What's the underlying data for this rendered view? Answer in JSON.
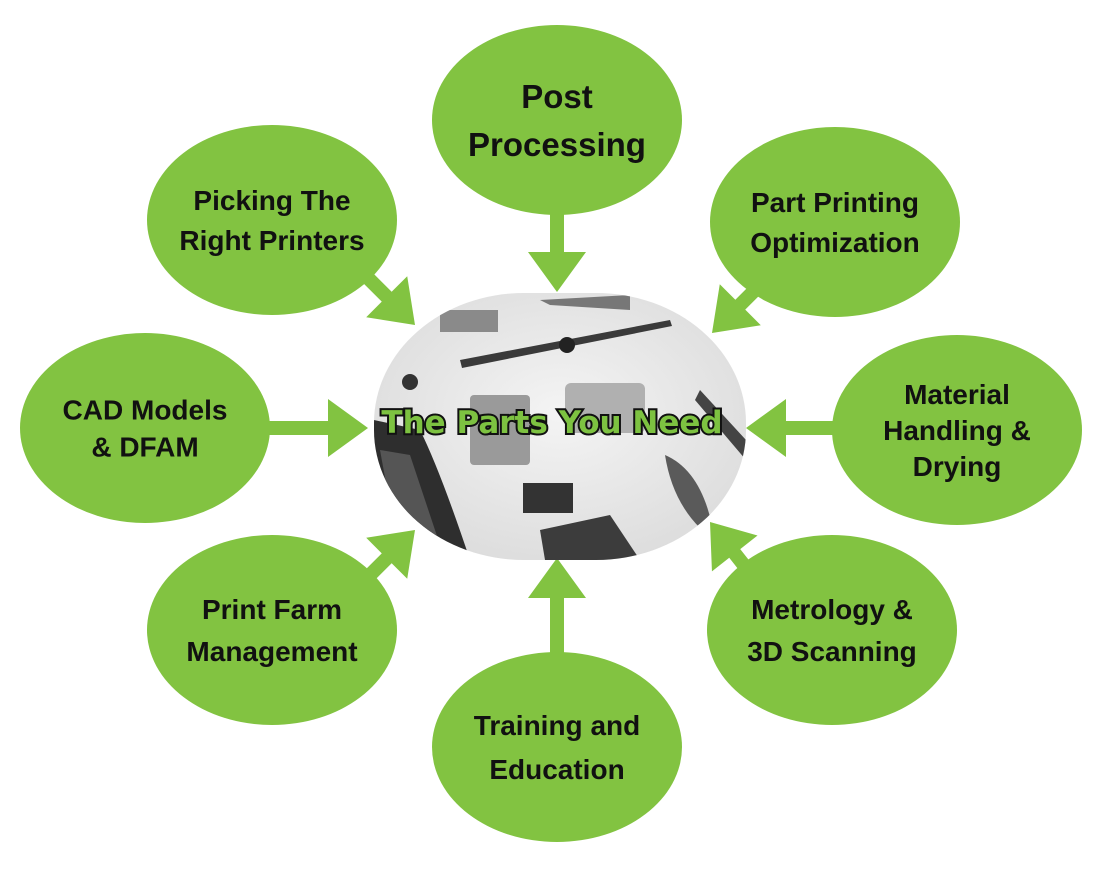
{
  "colors": {
    "node_fill": "#82c341",
    "arrow": "#82c341",
    "text": "#111111"
  },
  "center": {
    "title": "The Parts You Need",
    "image": "3d-printed-parts-photo"
  },
  "nodes": [
    {
      "id": "post-processing",
      "lines": [
        "Post",
        "Processing"
      ]
    },
    {
      "id": "part-printing-optimization",
      "lines": [
        "Part Printing",
        "Optimization"
      ]
    },
    {
      "id": "material-handling-drying",
      "lines": [
        "Material",
        "Handling &",
        "Drying"
      ]
    },
    {
      "id": "metrology-3d-scanning",
      "lines": [
        "Metrology &",
        "3D Scanning"
      ]
    },
    {
      "id": "training-education",
      "lines": [
        "Training and",
        "Education"
      ]
    },
    {
      "id": "print-farm-management",
      "lines": [
        "Print Farm",
        "Management"
      ]
    },
    {
      "id": "cad-models-dfam",
      "lines": [
        "CAD Models",
        "& DFAM"
      ]
    },
    {
      "id": "picking-right-printers",
      "lines": [
        "Picking The",
        "Right Printers"
      ]
    }
  ]
}
